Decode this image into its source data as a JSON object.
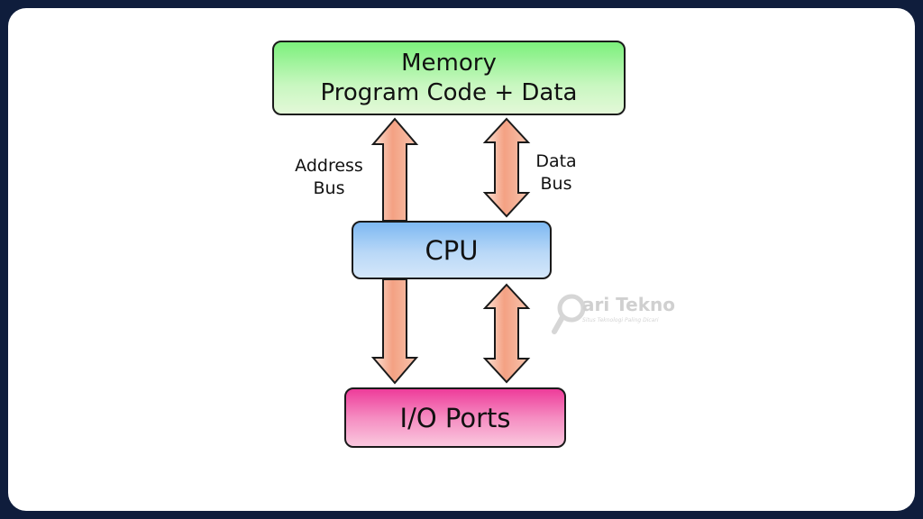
{
  "memory": {
    "line1": "Memory",
    "line2": "Program Code + Data"
  },
  "cpu": {
    "label": "CPU"
  },
  "io": {
    "label": "I/O Ports"
  },
  "address_bus": {
    "line1": "Address",
    "line2": "Bus"
  },
  "data_bus": {
    "line1": "Data",
    "line2": "Bus"
  },
  "watermark": {
    "title": "ari Tekno",
    "subtitle": "Situs Teknologi Paling Dicari"
  },
  "colors": {
    "background": "#0f1d3c",
    "memory": "#7cf07c",
    "cpu": "#7db8f2",
    "io": "#ee3c9a",
    "arrow": "#f4a183"
  }
}
